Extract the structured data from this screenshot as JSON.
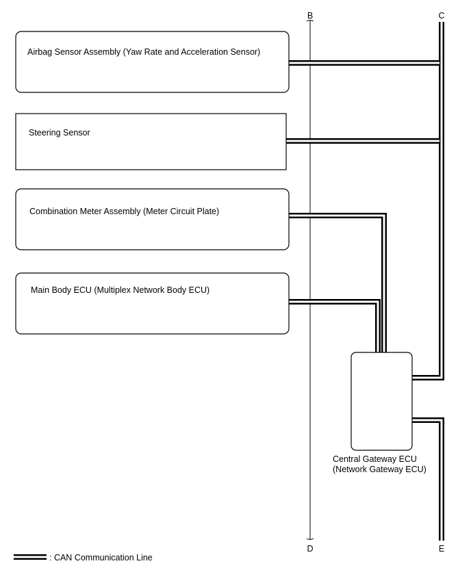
{
  "components": {
    "airbag_sensor": "Airbag Sensor Assembly (Yaw Rate and Acceleration Sensor)",
    "steering_sensor": "Steering Sensor",
    "combination_meter": "Combination Meter Assembly (Meter Circuit Plate)",
    "main_body_ecu": "Main Body ECU (Multiplex Network Body ECU)",
    "central_gateway_line1": "Central Gateway ECU",
    "central_gateway_line2": "(Network Gateway ECU)"
  },
  "connectors": {
    "b": "B",
    "c": "C",
    "d": "D",
    "e": "E"
  },
  "legend": {
    "can_line": ": CAN Communication Line"
  },
  "colors": {
    "line": "#000000",
    "background": "#ffffff"
  }
}
